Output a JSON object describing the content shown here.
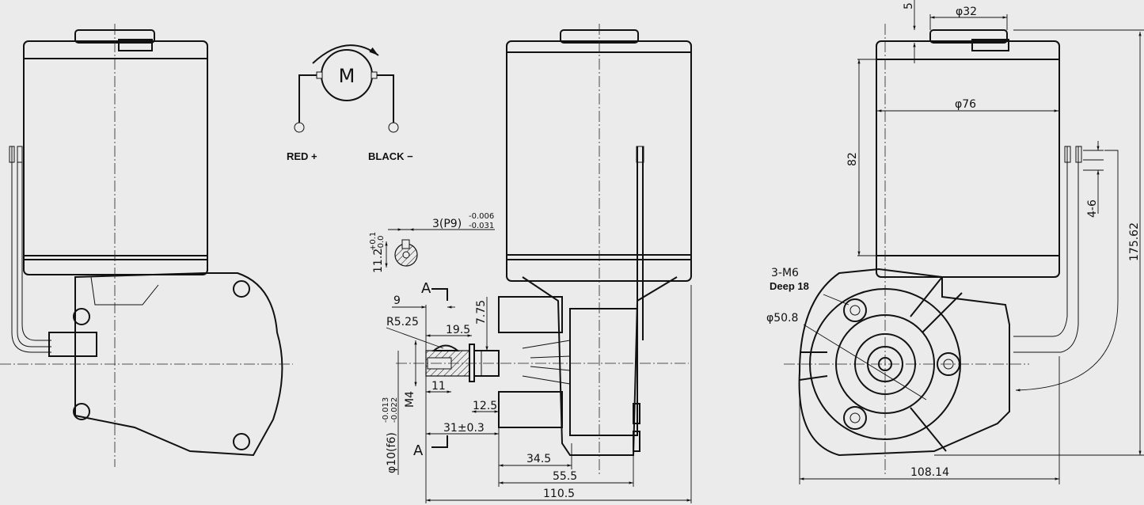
{
  "schematic": {
    "motor_symbol": "M",
    "red_label": "RED +",
    "black_label": "BLACK −"
  },
  "section": {
    "label_top": "A",
    "label_bottom": "A"
  },
  "dimensions": {
    "key_width": "3(P9)",
    "key_tol_upper": "-0.006",
    "key_tol_lower": "-0.031",
    "key_height": "11.2",
    "key_height_tol_upper": "+0.1",
    "key_height_tol_lower": "-0.0",
    "d9": "9",
    "r525": "R5.25",
    "d195": "19.5",
    "d775": "7.75",
    "m4": "M4",
    "d11": "11",
    "d125": "12.5",
    "d31": "31±0.3",
    "shaft_dia": "φ10(f6)",
    "shaft_tol_upper": "-0.013",
    "shaft_tol_lower": "-0.022",
    "d345": "34.5",
    "d555": "55.5",
    "d1105": "110.5",
    "d5": "5",
    "dia32": "φ32",
    "dia76": "φ76",
    "d82": "82",
    "d46": "4-6",
    "d17562": "175.62",
    "holes": "3-M6",
    "deep": "Deep 18",
    "dia508": "φ50.8",
    "d10814": "108.14"
  }
}
